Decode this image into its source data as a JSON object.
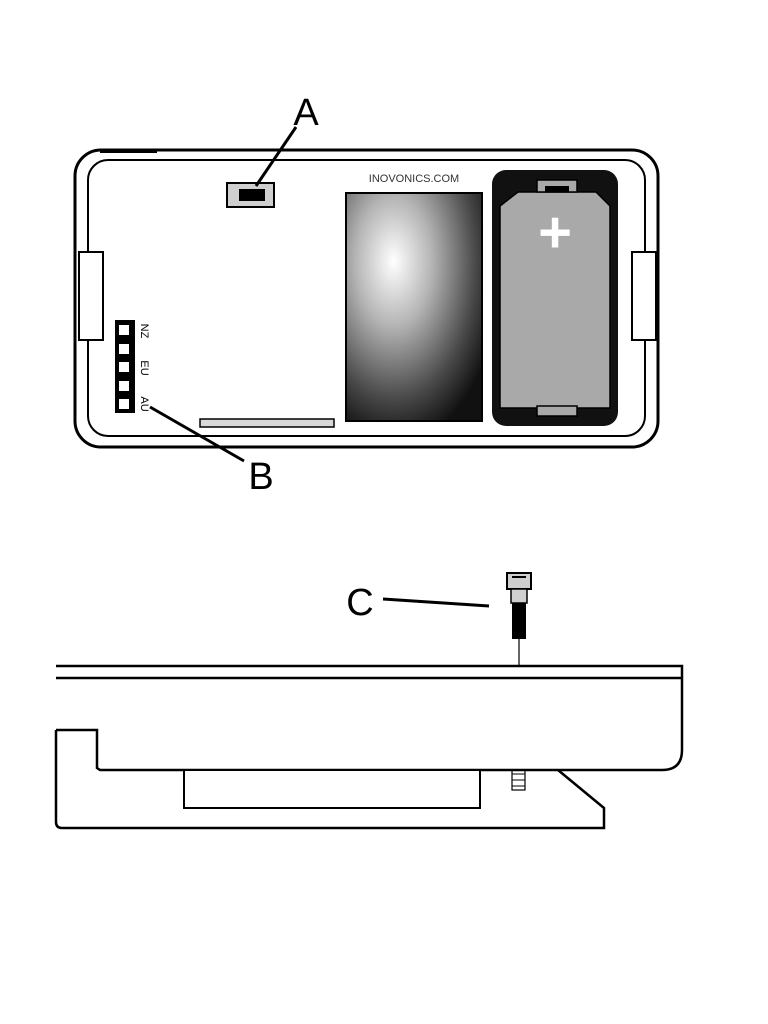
{
  "callouts": {
    "a": "A",
    "b": "B",
    "c": "C"
  },
  "device": {
    "brand_label": "INOVONICS.COM",
    "region_labels": [
      "AU",
      "EU",
      "NZ"
    ],
    "battery_polarity": "+"
  },
  "colors": {
    "line": "#000000",
    "housing_fill": "#ffffff",
    "battery_casing": "#a9a9a9",
    "battery_bay": "#111111"
  }
}
